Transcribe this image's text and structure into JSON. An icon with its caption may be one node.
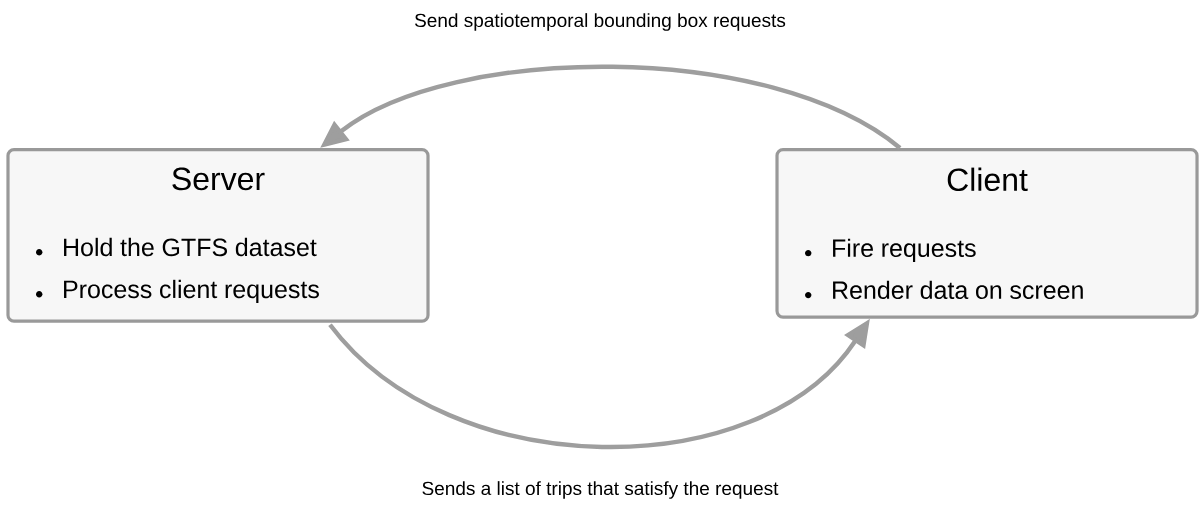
{
  "diagram": {
    "nodes": [
      {
        "text": [
          "Server",
          "Hold the GTFS dataset",
          "Process client requests"
        ]
      },
      {
        "text": [
          "Client",
          "Fire requests",
          "Render data on screen"
        ]
      }
    ],
    "edges": [
      {
        "from": 1,
        "to": 0,
        "arrow": "to",
        "label": "Send spatiotemporal bounding box requests"
      },
      {
        "from": 0,
        "to": 1,
        "arrow": "to",
        "label": "Sends a list of trips that satisfy the request"
      }
    ]
  }
}
